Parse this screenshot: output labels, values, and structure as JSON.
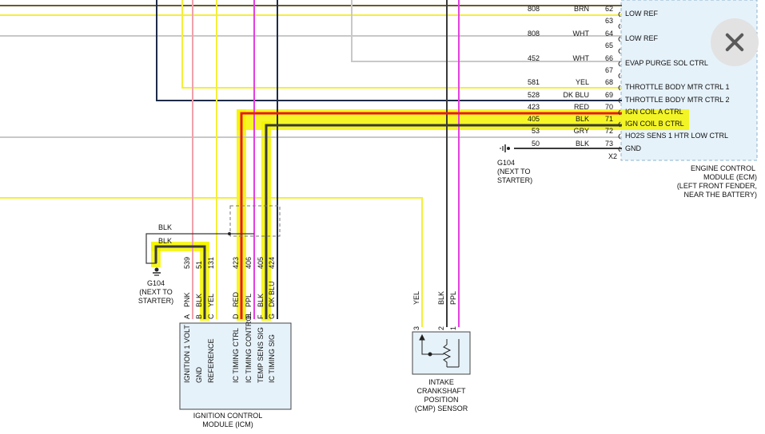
{
  "ecm": {
    "title_lines": [
      "ENGINE CONTROL",
      "MODULE (ECM)",
      "(LEFT FRONT FENDER,",
      "NEAR THE BATTERY)"
    ],
    "connector": "X2",
    "pins": [
      {
        "circuit": "808",
        "color": "BRN",
        "pin": "62",
        "label": "LOW REF"
      },
      {
        "circuit": "",
        "color": "",
        "pin": "63",
        "label": ""
      },
      {
        "circuit": "808",
        "color": "WHT",
        "pin": "64",
        "label": "LOW REF"
      },
      {
        "circuit": "",
        "color": "",
        "pin": "65",
        "label": ""
      },
      {
        "circuit": "452",
        "color": "WHT",
        "pin": "66",
        "label": "EVAP PURGE SOL CTRL"
      },
      {
        "circuit": "",
        "color": "",
        "pin": "67",
        "label": ""
      },
      {
        "circuit": "581",
        "color": "YEL",
        "pin": "68",
        "label": "THROTTLE BODY MTR CTRL 1"
      },
      {
        "circuit": "528",
        "color": "DK BLU",
        "pin": "69",
        "label": "THROTTLE BODY MTR CTRL 2"
      },
      {
        "circuit": "423",
        "color": "RED",
        "pin": "70",
        "label": "IGN COIL A CTRL"
      },
      {
        "circuit": "405",
        "color": "BLK",
        "pin": "71",
        "label": "IGN COIL B CTRL"
      },
      {
        "circuit": "53",
        "color": "GRY",
        "pin": "72",
        "label": "HO2S SENS 1 HTR LOW CTRL"
      },
      {
        "circuit": "50",
        "color": "BLK",
        "pin": "73",
        "label": "GND"
      }
    ]
  },
  "ground_right": {
    "name": "G104",
    "note_lines": [
      "(NEXT TO",
      "STARTER)"
    ]
  },
  "ground_left": {
    "name": "G104",
    "note_lines": [
      "(NEXT TO",
      "STARTER)"
    ],
    "wire_labels": [
      "BLK",
      "BLK"
    ]
  },
  "icm": {
    "title_lines": [
      "IGNITION CONTROL",
      "MODULE (ICM)"
    ],
    "pins": [
      {
        "letter": "A",
        "color": "PNK",
        "circuit": "539",
        "label": "IGNITION 1 VOLT"
      },
      {
        "letter": "B",
        "color": "BLK",
        "circuit": "51",
        "label": "GND"
      },
      {
        "letter": "C",
        "color": "YEL",
        "circuit": "131",
        "label": "REFERENCE"
      },
      {
        "letter": "D",
        "color": "RED",
        "circuit": "423",
        "label": "IC TIMING CTRL"
      },
      {
        "letter": "E",
        "color": "PPL",
        "circuit": "406",
        "label": "IC TIMING CONTROL"
      },
      {
        "letter": "F",
        "color": "BLK",
        "circuit": "405",
        "label": "TEMP SENS SIG"
      },
      {
        "letter": "G",
        "color": "DK BLU",
        "circuit": "424",
        "label": "IC TIMING SIG"
      }
    ]
  },
  "cmp": {
    "title_lines": [
      "INTAKE",
      "CRANKSHAFT",
      "POSITION",
      "(CMP) SENSOR"
    ],
    "pins": [
      {
        "num": "3",
        "color": "YEL"
      },
      {
        "num": "2",
        "color": "BLK"
      },
      {
        "num": "1",
        "color": "PPL"
      }
    ]
  },
  "colors": {
    "highlight": "#f5f500",
    "wire_yellow": "#f4ef3a",
    "wire_pink": "#f2a0ac",
    "wire_gray": "#c8c8c8",
    "wire_navy": "#1e2b48",
    "wire_red": "#e61b1b",
    "wire_black": "#3a3a3a",
    "wire_magenta": "#e43fe0",
    "ecm_fill": "#e6f2fa",
    "ecm_border": "#8fb3cc"
  }
}
